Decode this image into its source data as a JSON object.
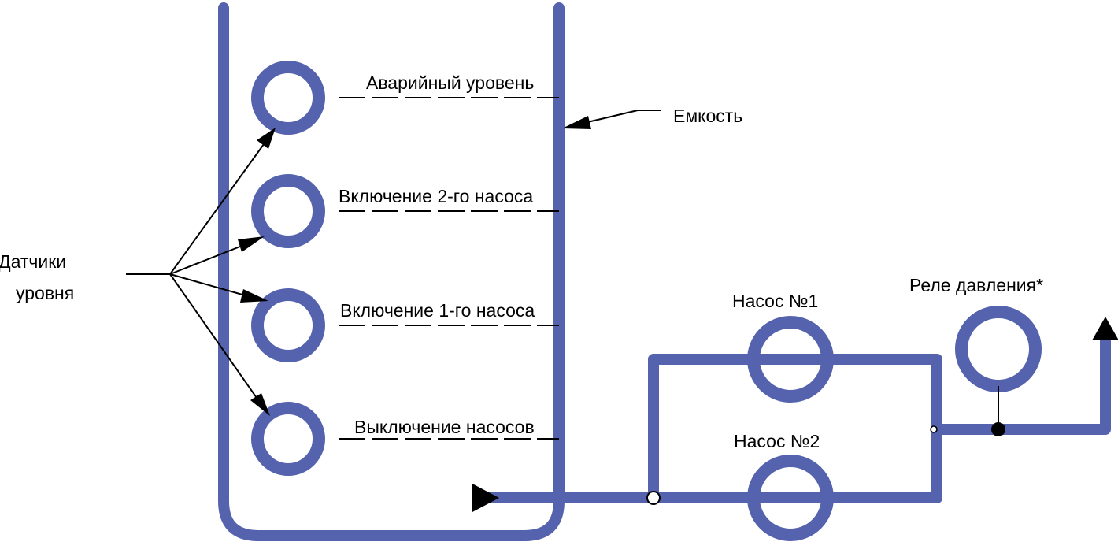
{
  "colors": {
    "pipe": "#5562ad",
    "line": "#000000",
    "background": "#ffffff"
  },
  "labels": {
    "sensors_line1": "Датчики",
    "sensors_line2": "уровня",
    "tank": "Емкость",
    "emergency_level": "Аварийный уровень",
    "pump2_on": "Включение 2-го насоса",
    "pump1_on": "Включение 1-го насоса",
    "pumps_off": "Выключение насосов",
    "pump1": "Насос №1",
    "pump2": "Насос №2",
    "pressure_relay": "Реле давления*"
  }
}
